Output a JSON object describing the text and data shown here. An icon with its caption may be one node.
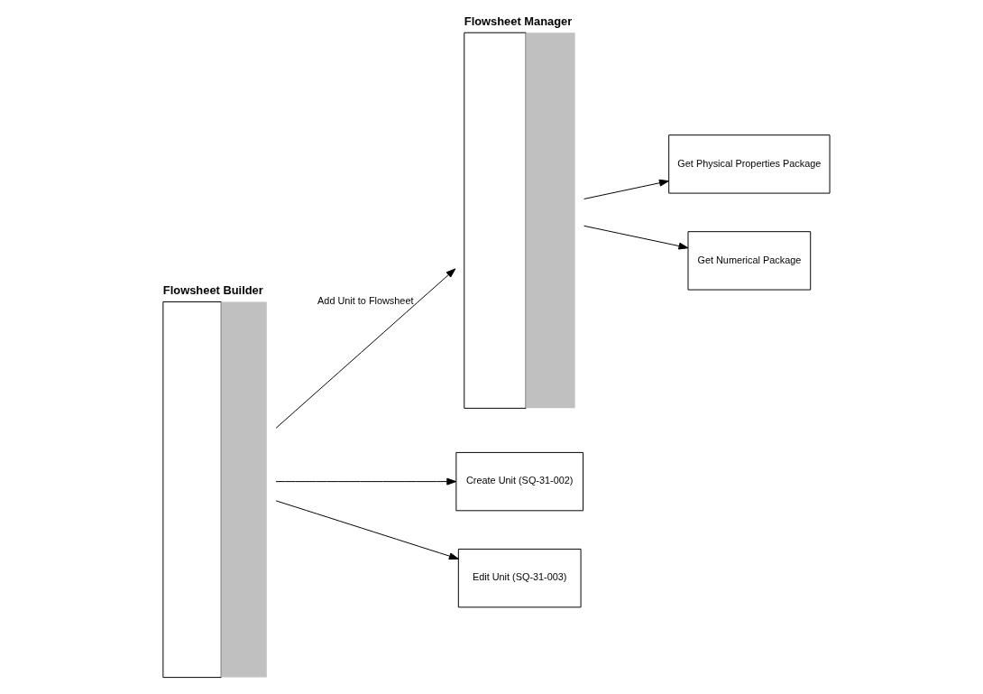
{
  "diagram": {
    "nodes": [
      {
        "text": [
          "Flowsheet Builder"
        ]
      },
      {
        "text": [
          "Flowsheet Manager"
        ]
      },
      {
        "text": [
          "Create Unit (SQ-31-002)"
        ]
      },
      {
        "text": [
          "Get Physical Properties Package"
        ]
      },
      {
        "text": [
          "Get Numerical Package"
        ]
      },
      {
        "text": [
          "Edit Unit (SQ-31-003)"
        ]
      }
    ],
    "edges": [
      {
        "from": 0,
        "to": 2,
        "arrow": "to"
      },
      {
        "from": 0,
        "to": 1,
        "arrow": "to",
        "label": "Add Unit to Flowsheet"
      },
      {
        "from": 1,
        "to": 3,
        "arrow": "to"
      },
      {
        "from": 1,
        "to": 4,
        "arrow": "to"
      },
      {
        "from": 0,
        "to": 5,
        "arrow": "to"
      }
    ]
  }
}
